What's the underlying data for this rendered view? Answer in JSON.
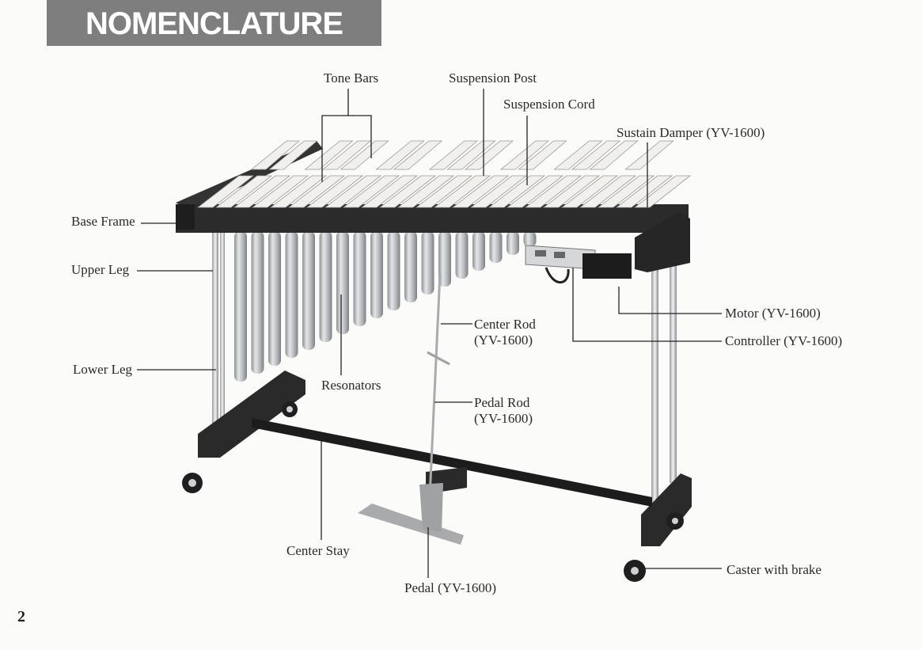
{
  "header": {
    "title": "NOMENCLATURE"
  },
  "page_number": "2",
  "labels": {
    "tone_bars": "Tone Bars",
    "suspension_post": "Suspension Post",
    "suspension_cord": "Suspension Cord",
    "sustain_damper": "Sustain Damper (YV-1600)",
    "base_frame": "Base Frame",
    "upper_leg": "Upper Leg",
    "lower_leg": "Lower Leg",
    "resonators": "Resonators",
    "center_rod_line1": "Center Rod",
    "center_rod_line2": "(YV-1600)",
    "pedal_rod_line1": "Pedal Rod",
    "pedal_rod_line2": "(YV-1600)",
    "motor": "Motor (YV-1600)",
    "controller": "Controller (YV-1600)",
    "center_stay": "Center Stay",
    "pedal": "Pedal (YV-1600)",
    "caster": "Caster with brake"
  },
  "colors": {
    "header_band": "#7e7e7e",
    "frame": "#2b2b2b",
    "tone_bar": "#f1f0ec",
    "resonator": "#c4c6c8",
    "leg": "#d8d9db"
  }
}
